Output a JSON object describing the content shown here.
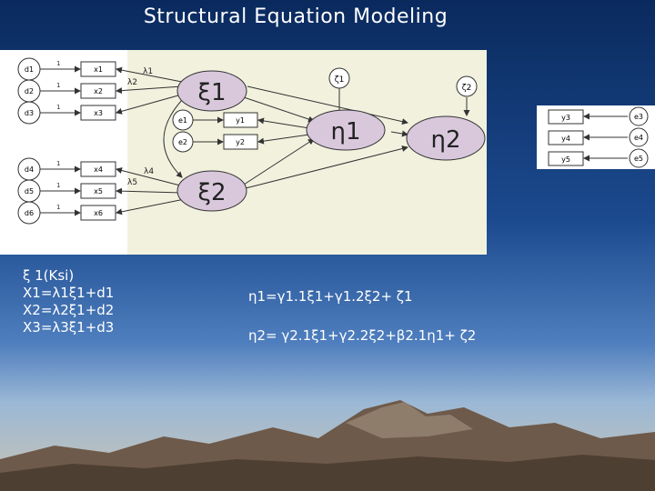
{
  "slide": {
    "title": "Structural Equation Modeling"
  },
  "diagram": {
    "latent": {
      "ksi1": "ξ1",
      "ksi2": "ξ2",
      "eta1": "η1",
      "eta2": "η2"
    },
    "disturbances": {
      "zeta1": "ζ1",
      "zeta2": "ζ2"
    },
    "exogenous_indicators": [
      "x1",
      "x2",
      "x3",
      "x4",
      "x5",
      "x6"
    ],
    "exogenous_errors": [
      "d1",
      "d2",
      "d3",
      "d4",
      "d5",
      "d6"
    ],
    "endogenous_indicators": [
      "y1",
      "y2",
      "y3",
      "y4",
      "y5"
    ],
    "endogenous_errors": [
      "e1",
      "e2",
      "e3",
      "e4",
      "e5"
    ],
    "loading_labels": [
      "λ1",
      "λ2",
      "λ4",
      "λ5"
    ],
    "fixed_path_value": "1"
  },
  "equations": {
    "ksi_label": "ξ 1(Ksi)",
    "x1": "X1=λ1ξ1+d1",
    "x2": "X2=λ2ξ1+d2",
    "x3": "X3=λ3ξ1+d3",
    "eta1": "η1=γ1.1ξ1+γ1.2ξ2+ ζ1",
    "eta2": "η2= γ2.1ξ1+γ2.2ξ2+β2.1η1+ ζ2"
  }
}
